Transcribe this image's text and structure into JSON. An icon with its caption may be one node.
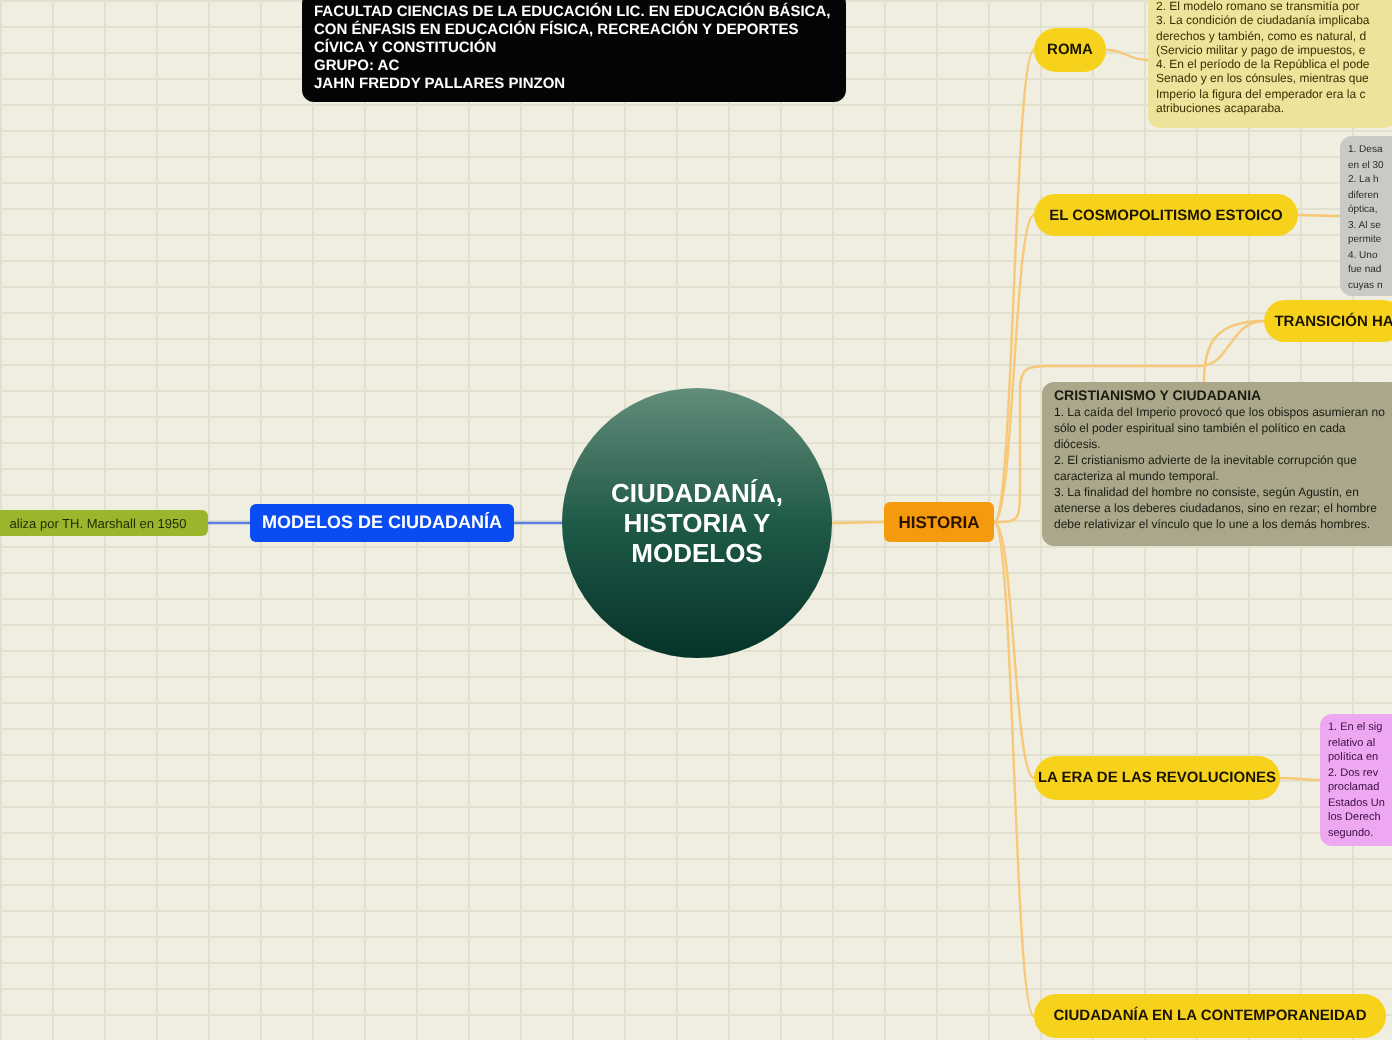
{
  "diagram": {
    "nodes": [
      {
        "text": [
          "FACULTAD CIENCIAS DE LA EDUCACIÓN LIC. EN EDUCACIÓN BÁSICA, CON ÉNFASIS EN EDUCACIÓN FÍSICA, RECREACIÓN Y DEPORTES",
          "CÍVICA Y CONSTITUCIÓN",
          "GRUPO: AC",
          "JAHN FREDDY PALLARES PINZON"
        ]
      },
      {
        "text": [
          "CIUDADANÍA, HISTORIA Y MODELOS"
        ]
      },
      {
        "text": [
          "MODELOS DE CIUDADANÍA"
        ]
      },
      {
        "text": [
          "aliza por TH. Marshall en 1950"
        ]
      },
      {
        "text": [
          "HISTORIA"
        ]
      },
      {
        "text": [
          "ROMA"
        ]
      },
      {
        "text": [
          "2. El modelo romano se transmitía por",
          "3. La condición de ciudadanía implicaba derechos y también, como es natural, d (Servicio militar y pago de impuestos, e",
          "4. En el período de la República el pode Senado y en los cónsules, mientras que Imperio la figura del emperador era la c atribuciones acaparaba."
        ]
      },
      {
        "text": [
          "EL COSMOPOLITISMO ESTOICO"
        ]
      },
      {
        "text": [
          "1. Desa en el 30",
          "2. La h diferen óptica,",
          "3. Al se permite",
          "4. Uno fue nad cuyas n"
        ]
      },
      {
        "text": [
          "TRANSICIÓN HA"
        ]
      },
      {
        "text": [
          "CRISTIANISMO Y CIUDADANIA",
          "1. La caída del Imperio provocó que los obispos asumieran no sólo el poder espiritual sino también el político en cada diócesis.",
          "2. El cristianismo advierte de la inevitable corrupción que caracteriza al mundo temporal.",
          "3. La finalidad del hombre no consiste, según Agustín, en atenerse a los deberes ciudadanos, sino en rezar; el hombre debe relativizar el vínculo que lo une a los demás hombres."
        ]
      },
      {
        "text": [
          "LA ERA DE LAS REVOLUCIONES"
        ]
      },
      {
        "text": [
          "1. En el sig relativo al política en",
          "2. Dos rev proclamad Estados Un los Derech segundo."
        ]
      },
      {
        "text": [
          "CIUDADANÍA EN LA CONTEMPORANEIDAD"
        ]
      }
    ],
    "edges": [
      {
        "from": 1,
        "to": 2,
        "arrow": "none",
        "color": "#5b7fe0"
      },
      {
        "from": 2,
        "to": 3,
        "arrow": "none",
        "color": "#5b7fe0"
      },
      {
        "from": 1,
        "to": 4,
        "arrow": "none"
      },
      {
        "from": 4,
        "to": 5,
        "arrow": "none"
      },
      {
        "from": 5,
        "to": 6,
        "arrow": "none"
      },
      {
        "from": 4,
        "to": 7,
        "arrow": "none"
      },
      {
        "from": 7,
        "to": 8,
        "arrow": "none"
      },
      {
        "from": 4,
        "to": 9,
        "arrow": "none"
      },
      {
        "from": 9,
        "to": 10,
        "arrow": "none"
      },
      {
        "from": 4,
        "to": 11,
        "arrow": "none"
      },
      {
        "from": 11,
        "to": 12,
        "arrow": "none"
      },
      {
        "from": 4,
        "to": 13,
        "arrow": "none"
      }
    ]
  }
}
